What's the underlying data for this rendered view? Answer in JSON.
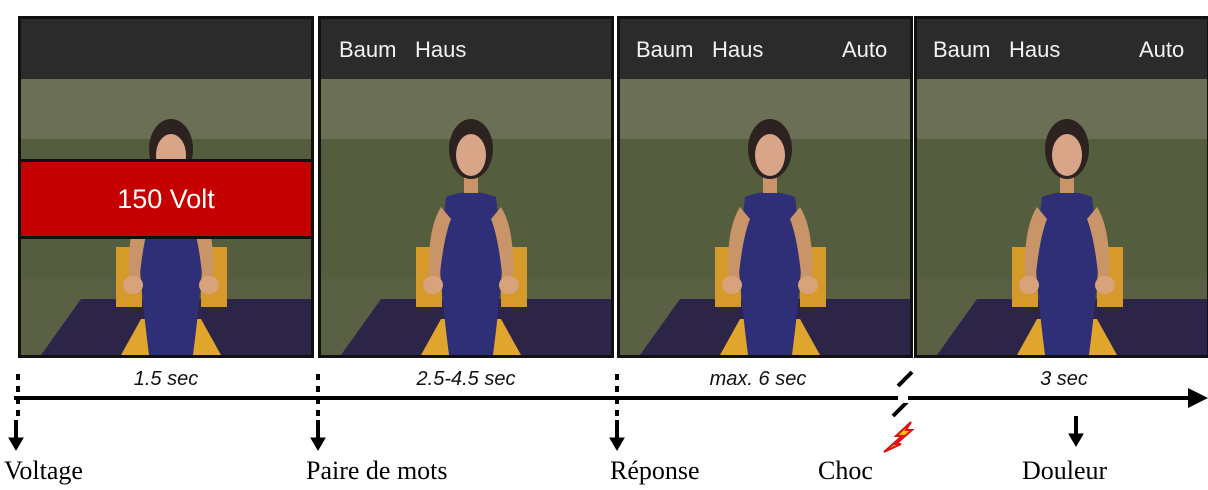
{
  "panels": [
    {
      "words": [],
      "overlay": "150 Volt"
    },
    {
      "words": [
        "Baum",
        "Haus"
      ]
    },
    {
      "words": [
        "Baum",
        "Haus",
        "Auto"
      ]
    },
    {
      "words": [
        "Baum",
        "Haus",
        "Auto"
      ]
    }
  ],
  "durations": [
    "1.5 sec",
    "2.5-4.5 sec",
    "max. 6 sec",
    "3 sec"
  ],
  "events": [
    "Voltage",
    "Paire de mots",
    "Réponse",
    "Choc",
    "Douleur"
  ],
  "colors": {
    "panel_bar": "#2b2b2b",
    "voltage_box": "#c40000",
    "shock_icon": "#f2c200",
    "shirt": "#2e2f76"
  },
  "icons": [
    "down-arrow-icon",
    "lightning-icon",
    "timeline-arrowhead-icon"
  ]
}
